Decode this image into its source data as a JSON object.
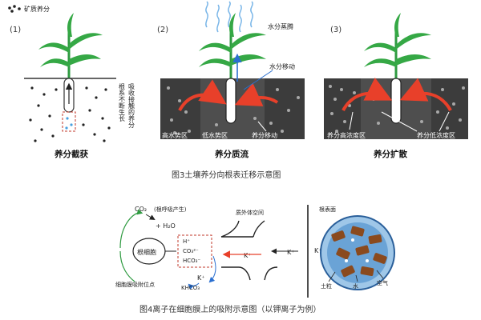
{
  "legend": {
    "dots_label": "矿质养分"
  },
  "panel1": {
    "number": "(1)",
    "side_label_a": "根系不断生长",
    "side_label_b": "吸收接触的养分",
    "caption": "养分截获"
  },
  "panel2": {
    "number": "(2)",
    "evaporation": "水分蒸腾",
    "water_move": "水分移动",
    "high_zone": "高水势区",
    "low_zone": "低水势区",
    "nutrient_move": "养分移动",
    "caption": "养分质流"
  },
  "panel3": {
    "number": "(3)",
    "high_conc": "养分高浓度区",
    "low_conc": "养分低浓度区",
    "caption": "养分扩散"
  },
  "fig3_title": "图3土壤养分向根表迁移示意图",
  "fig4": {
    "co2": "CO₂",
    "resp": "(根呼吸产生)",
    "h2o": "+ H₂O",
    "cell": "根细胞",
    "ions": [
      "H⁺",
      "CO₃²⁻",
      "HCO₃⁻"
    ],
    "k_left": "K⁺",
    "khco3": "KHCO₃",
    "membrane": "细胞膜吸附位点",
    "apoplast": "质外体空间",
    "k_mid": "K⁺",
    "k_right1": "K⁺",
    "root_surface": "根表面",
    "k_right2": "K⁺",
    "soil": "土粒",
    "water": "水",
    "air": "空气",
    "title": "图4离子在细胞膜上的吸附示意图（以钾离子为例）"
  }
}
